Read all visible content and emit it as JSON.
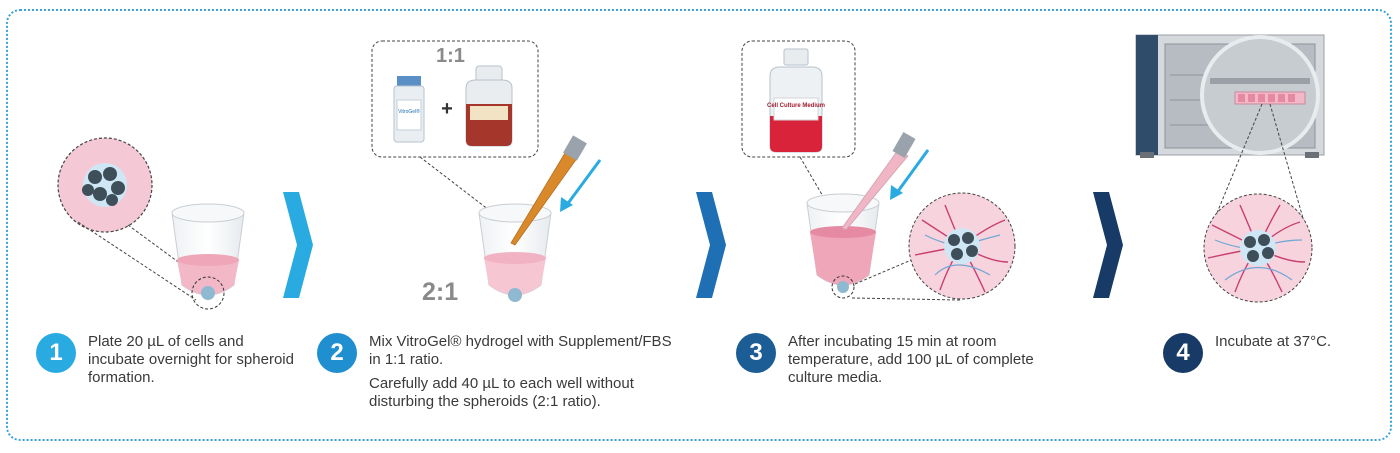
{
  "steps": [
    {
      "number": "1",
      "lines": [
        "Plate 20 µL of cells and incubate overnight for spheroid formation."
      ],
      "color": "#29abe2"
    },
    {
      "number": "2",
      "lines": [
        "Mix VitroGel® hydrogel with Supplement/FBS in 1:1 ratio.",
        "Carefully add 40 µL to each well without disturbing the spheroids (2:1 ratio)."
      ],
      "color": "#1f8fd0"
    },
    {
      "number": "3",
      "lines": [
        "After incubating 15 min at room temperature, add 100 µL of complete culture media."
      ],
      "color": "#1b5d94"
    },
    {
      "number": "4",
      "lines": [
        "Incubate at 37°C."
      ],
      "color": "#173a66"
    }
  ],
  "labels": {
    "mix_ratio": "1:1",
    "gel_ratio": "2:1",
    "vial_brand": "VitroGel®",
    "medium_bottle": "Cell Culture Medium"
  },
  "colors": {
    "border": "#3aa0d8",
    "chevron1": "#29abe2",
    "chevron2": "#1f6fb5",
    "chevron3": "#173a66",
    "pink": "#f3b8c8",
    "medium_red": "#d8233a"
  }
}
